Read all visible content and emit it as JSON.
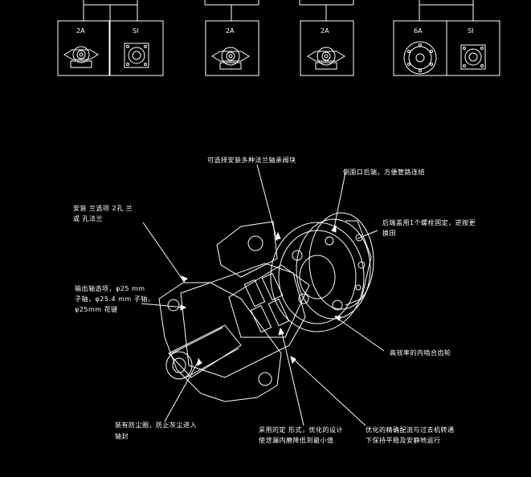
{
  "header_boxes": {
    "labels": [
      "2A",
      "SI",
      "2A",
      "2A",
      "6A",
      "SI"
    ]
  },
  "callouts": {
    "top_center": "可选择安装多种法兰轴承阀块",
    "top_right": "侧面口后端，方便管路连结",
    "right_upper_1": "后端盖用1个螺栓固定，逆按更",
    "right_upper_2": "换田",
    "left_upper_1": "安装  兰选项  2孔  兰",
    "left_upper_2": "或 孔法兰",
    "left_mid_1": "输出轴选项，φ25    mm",
    "left_mid_2": "子轴，φ25.4  mm  子轴，",
    "left_mid_3": "φ25mm  花键",
    "right_mid": "高效率的内啮合齿轮",
    "bottom_left_1": "装有防尘圈，防止灰尘进入",
    "bottom_left_2": "轴封",
    "bottom_mid_1": "采用的定    形式，优化的设计",
    "bottom_mid_2": "使泄漏内磨降低到最小值",
    "bottom_right_1": "优化的精确配流与过去机转通",
    "bottom_right_2": "下保持平稳及安静地运行"
  }
}
